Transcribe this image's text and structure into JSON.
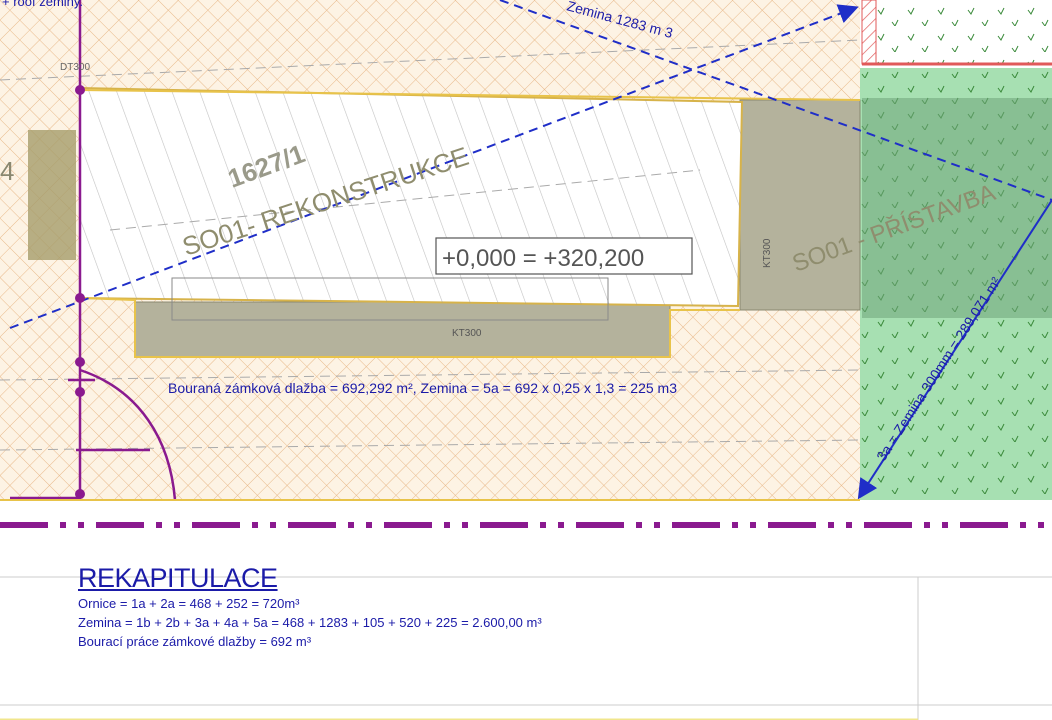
{
  "top_note": "+ roof zeminy.",
  "top_arrow_label": "Zemina 1283 m 3",
  "parcel_number": "1627/1",
  "reconstruction_label": "SO01- REKONSTRUKCE",
  "elevation_label": "+0,000 = +320,200",
  "extension_label": "SO01 - PŘÍSTAVBA",
  "dt_label": "DT300",
  "kt_label_bottom": "KT300",
  "kt_label_side": "KT300",
  "wall_fragment": "4",
  "demolition_note": "Bouraná zámková dlažba = 692,292 m², Zemina = 5a = 692 x 0,25 x 1,3 = 225 m3",
  "diagonal_label": "3a = Zemina 300mm = 289,071 m²",
  "recap": {
    "title": "REKAPITULACE",
    "lines": [
      "Ornice = 1a + 2a = 468 + 252 = 720m³",
      "Zemina = 1b + 2b + 3a + 4a + 5a = 468 + 1283 + 105 + 520 + 225 = 2.600,00 m³",
      "Bourací práce zámkové dlažby = 692 m³"
    ]
  },
  "colors": {
    "hatch_orange": "#e8b98a",
    "site_fill": "#fdf3e4",
    "green_zone": "#8fd6a0",
    "existing_building": "#b4b29c",
    "dashed_blue": "#1f2ec8",
    "purple": "#8a1a8f",
    "red_hatch": "#e05a5a",
    "annotation_text": "#1b1ba8"
  }
}
